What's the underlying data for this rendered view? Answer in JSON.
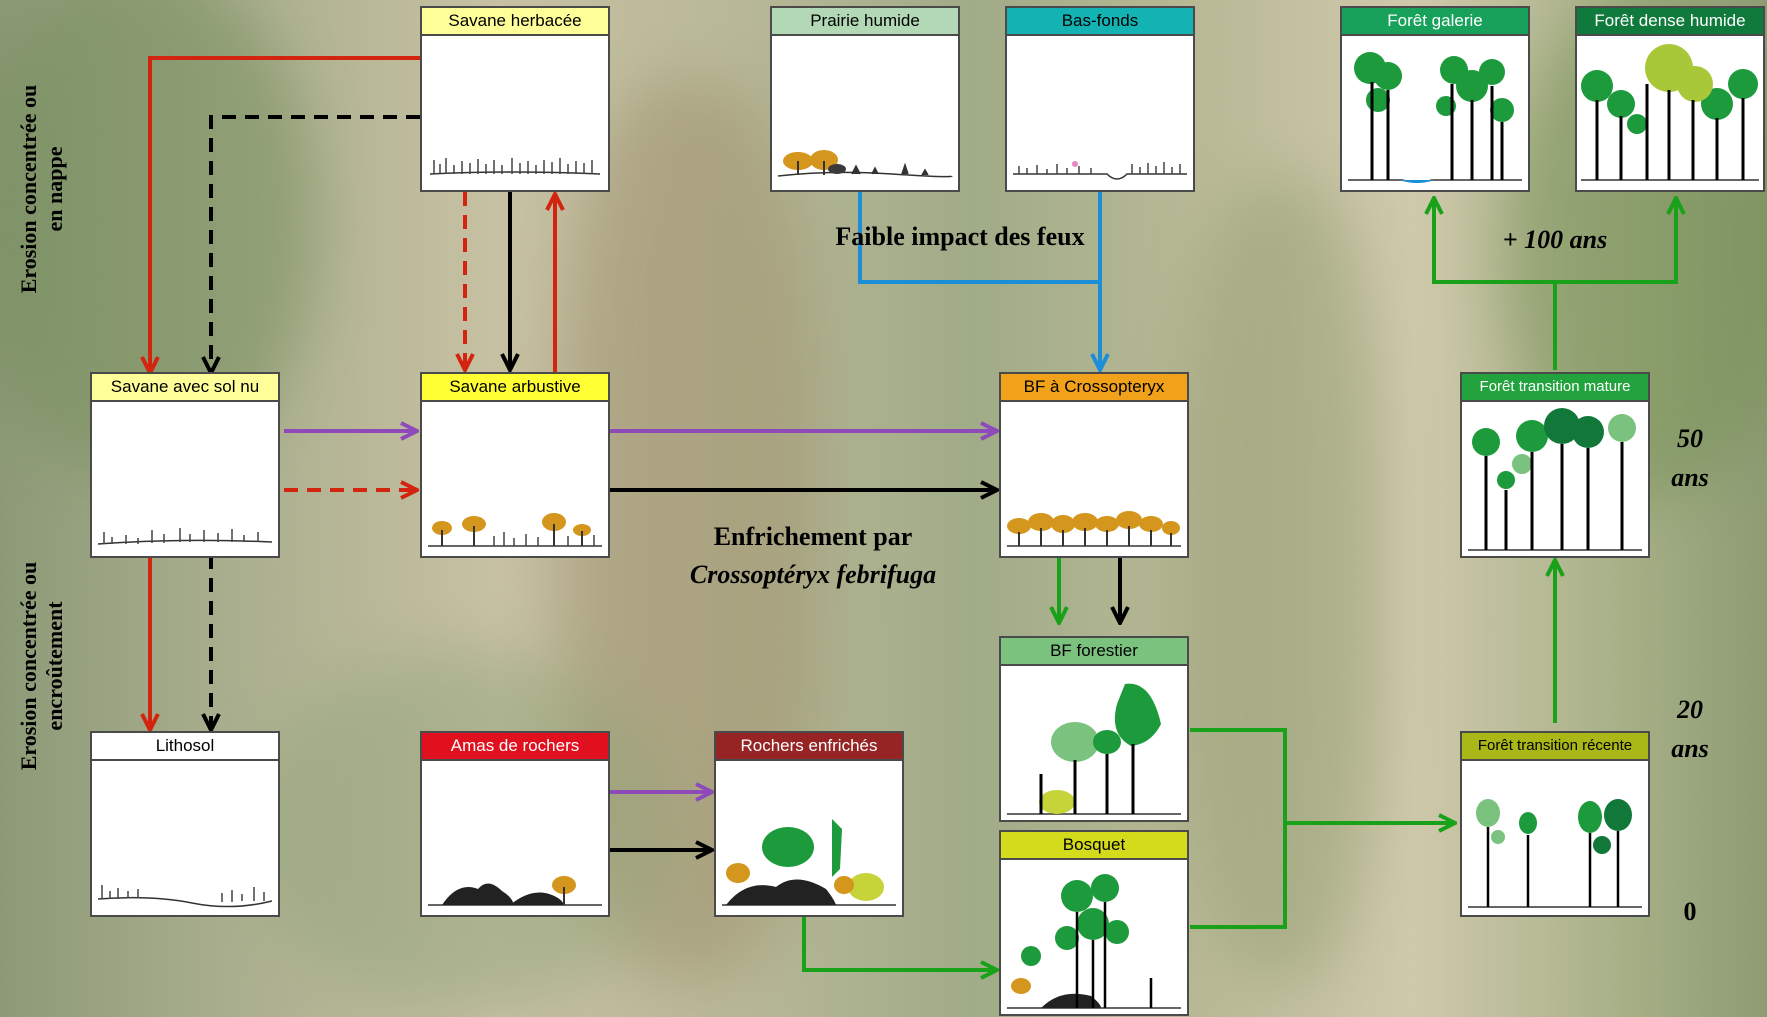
{
  "nodes": {
    "savane_herbacee": {
      "label": "Savane herbacée",
      "color": "#ffff99"
    },
    "prairie_humide": {
      "label": "Prairie humide",
      "color": "#b3d8b6"
    },
    "bas_fonds": {
      "label": "Bas-fonds",
      "color": "#14b3b3"
    },
    "foret_galerie": {
      "label": "Forêt galerie",
      "color": "#17a15a"
    },
    "foret_dense_humide": {
      "label": "Forêt dense humide",
      "color": "#0f7a3c"
    },
    "savane_sol_nu": {
      "label": "Savane avec sol nu",
      "color": "#ffff99"
    },
    "savane_arbustive": {
      "label": "Savane arbustive",
      "color": "#ffff33"
    },
    "bf_crossopteryx": {
      "label": "BF à Crossopteryx",
      "color": "#f2a21a"
    },
    "foret_transition_mature": {
      "label": "Forêt transition mature",
      "color": "#22a33d"
    },
    "lithosol": {
      "label": "Lithosol",
      "color": "#ffffff"
    },
    "amas_rochers": {
      "label": "Amas de rochers",
      "color": "#e0101e"
    },
    "rochers_enfriches": {
      "label": "Rochers enfrichés",
      "color": "#962424"
    },
    "bf_forestier": {
      "label": "BF forestier",
      "color": "#7bc27e"
    },
    "bosquet": {
      "label": "Bosquet",
      "color": "#d4db1a"
    },
    "foret_transition_recente": {
      "label": "Forêt transition récente",
      "color": "#aab817"
    }
  },
  "labels": {
    "erosion_nappe": [
      "Erosion concentrée ou",
      "en nappe"
    ],
    "erosion_encroutement": [
      "Erosion concentrée ou",
      "encroûtement"
    ],
    "faible_impact": "Faible impact des feux",
    "enfrichement": "Enfrichement par",
    "crossopteryx_species": "Crossoptéryx febrifuga",
    "plus_100_ans": "+ 100 ans",
    "t50": "50",
    "t20": "20",
    "t0": "0",
    "ans": "ans"
  },
  "colors": {
    "red_arrow": "#d2240f",
    "black_arrow": "#000000",
    "purple_arrow": "#8e4ab8",
    "blue_arrow": "#1a8fd8",
    "green_arrow": "#19a119"
  }
}
